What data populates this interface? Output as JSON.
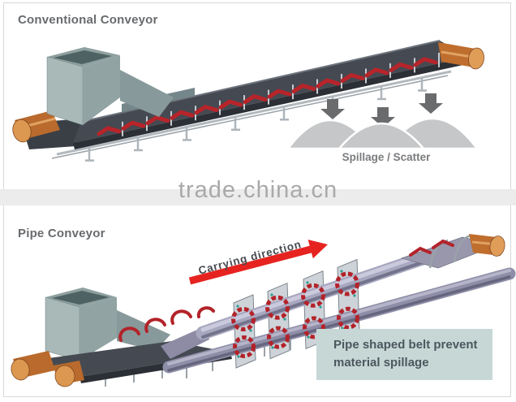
{
  "watermark": {
    "text": "trade.china.cn"
  },
  "sections": {
    "conventional": {
      "title": "Conventional Conveyor",
      "caption": "Spillage / Scatter",
      "spill_arrow_count": 3,
      "spill_pile_count": 3,
      "illustration_alt": "troughed belt conveyor with feed hopper, red idler rollers and orange end pulleys; material spills off the open belt"
    },
    "pipe": {
      "title": "Pipe Conveyor",
      "arrow_label": "Carrying direction",
      "callout": {
        "line1": "Pipe shaped belt prevent",
        "line2": "material spillage"
      },
      "illustration_alt": "pipe conveyor whose belt rolls into a closed tube passing through panel-mounted roller stations"
    }
  },
  "colors": {
    "heading_text": "#686b6e",
    "caption_text": "#7a7c7e",
    "watermark_text": "#a9a9a9",
    "watermark_band": "#ececec",
    "frame_border": "#d8d8d8",
    "spill_arrow_gray": "#6a6b6d",
    "spill_pile_gray": "#c6c7c9",
    "direction_arrow_red": "#e6231f",
    "idler_roller_red": "#b3232a",
    "belt_gray": "#454a52",
    "pulley_orange": "#bf6e2e",
    "pulley_face_orange": "#dc9750",
    "hopper_gray": "#a9b9b8",
    "pipe_belt_lavender": "#a8a7c0",
    "station_panel_gray": "#cdd3d8",
    "callout_background": "#c6d7d6",
    "callout_text": "#4d575e"
  }
}
